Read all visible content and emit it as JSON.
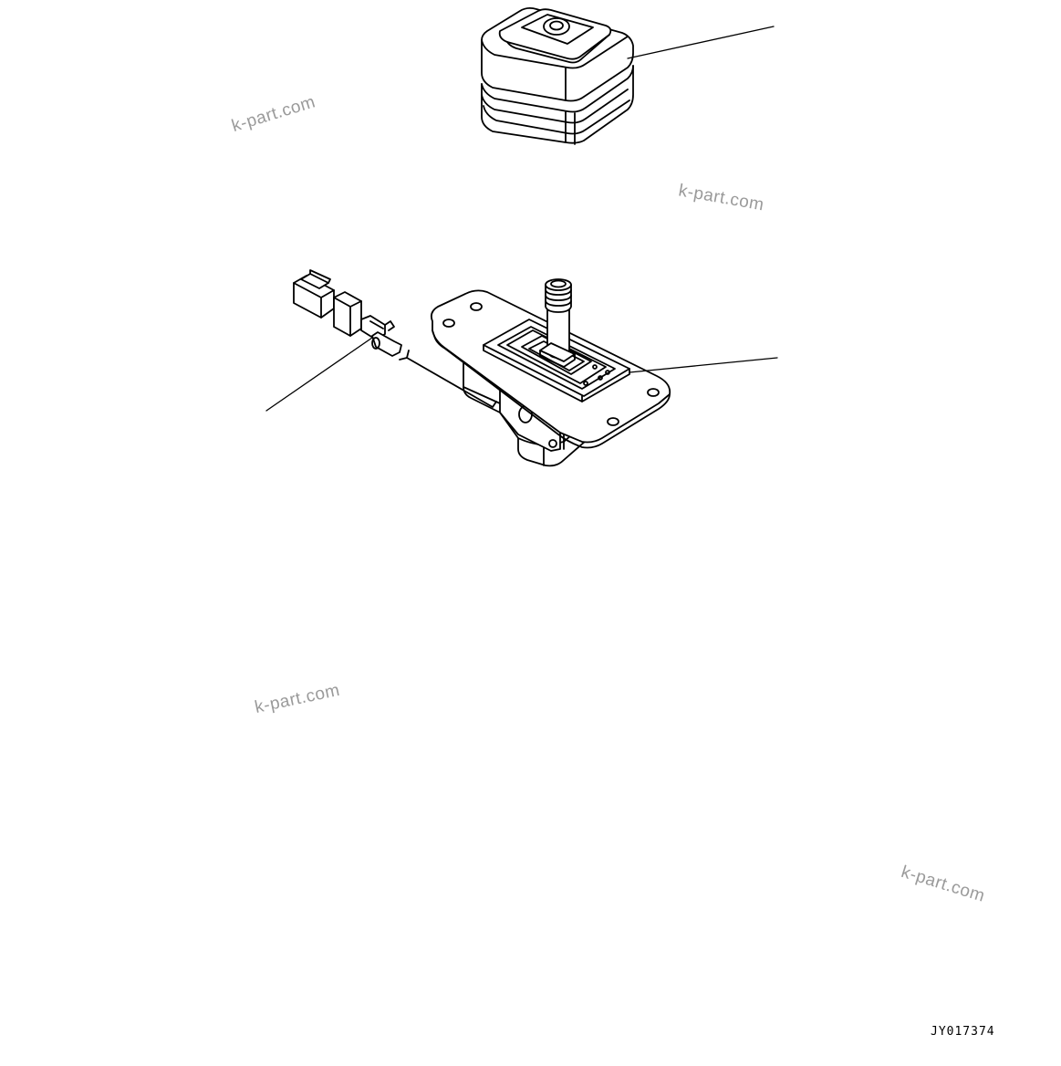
{
  "watermarks": [
    "k-part.com",
    "k-part.com",
    "k-part.com",
    "k-part.com"
  ],
  "figure_id": "JY017374",
  "parts": {
    "boot": "boot-part",
    "lever_switch": "lever-switch-part",
    "connector": "connector-part"
  },
  "colors": {
    "ink": "#000000",
    "watermark": "#9a9a9a",
    "background": "#ffffff"
  }
}
